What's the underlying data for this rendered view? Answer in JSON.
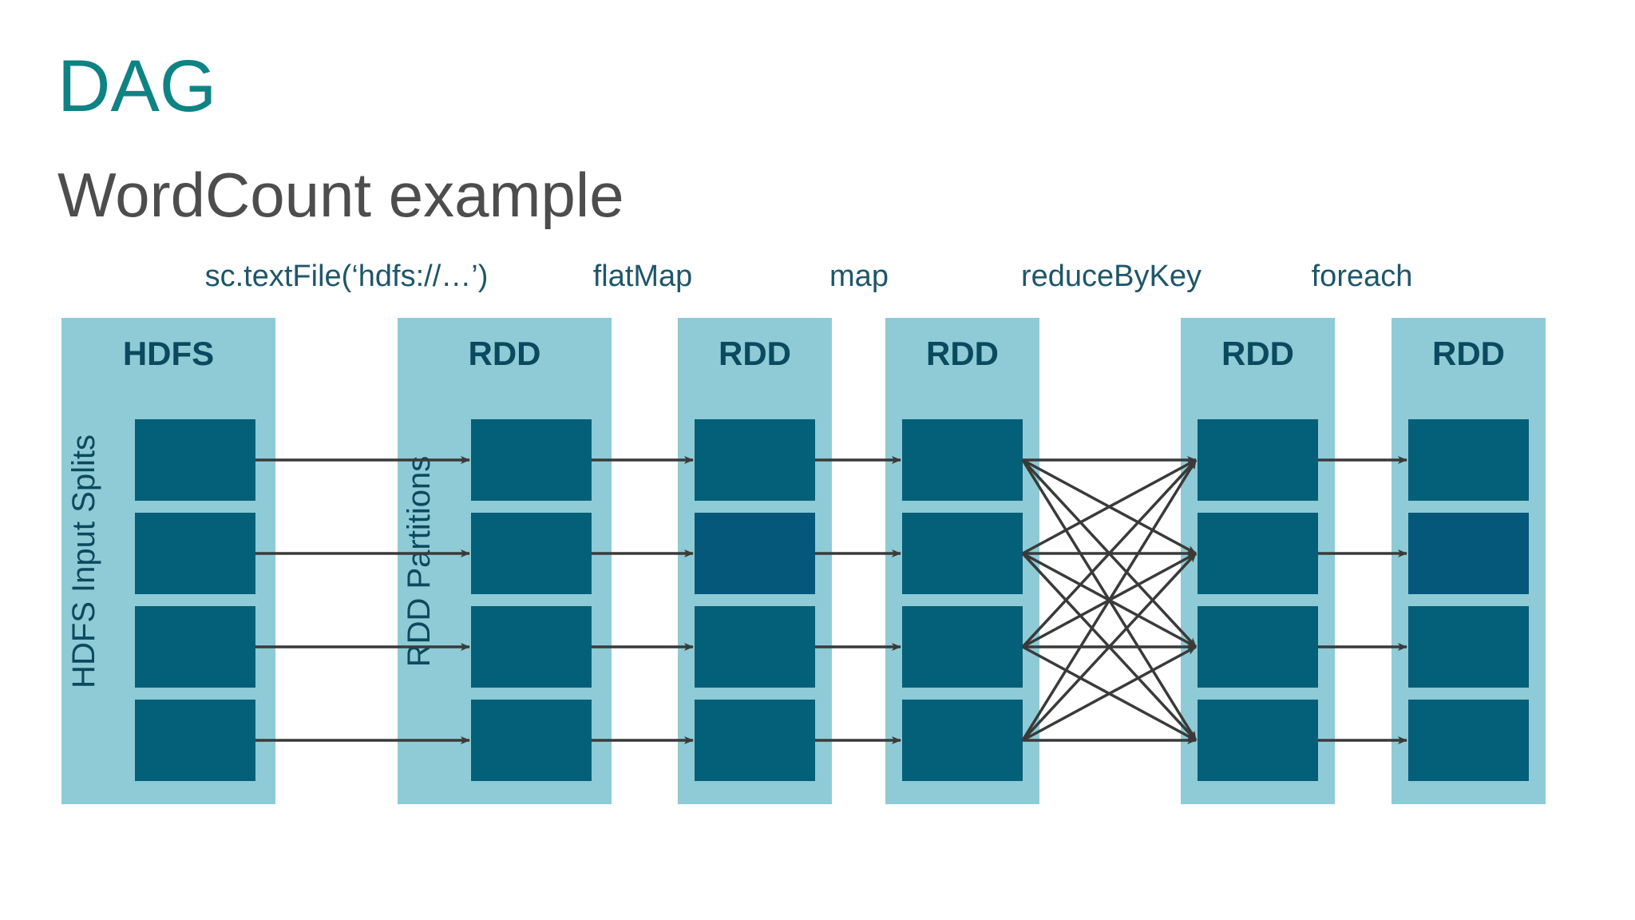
{
  "slide": {
    "title": "DAG",
    "subtitle": "WordCount example"
  },
  "colors": {
    "title": "#0f8383",
    "subtitle": "#4d4d4d",
    "stage_background": "#8ecbd6",
    "partition": "#045f79",
    "partition_alt": "#05587a",
    "arrow": "#3a3a3a",
    "text": "#0b4a5e",
    "operation_text": "#1f5669"
  },
  "operations": [
    "sc.textFile(‘hdfs://…’)",
    "flatMap",
    "map",
    "reduceByKey",
    "foreach"
  ],
  "stages": [
    {
      "label": "HDFS",
      "side_label": "HDFS Input Splits"
    },
    {
      "label": "RDD",
      "side_label": "RDD Partitions"
    },
    {
      "label": "RDD"
    },
    {
      "label": "RDD"
    },
    {
      "label": "RDD"
    },
    {
      "label": "RDD"
    }
  ],
  "partitions_per_stage": 4,
  "edges": [
    {
      "from_stage": 0,
      "to_stage": 1,
      "pattern": "one-to-one"
    },
    {
      "from_stage": 1,
      "to_stage": 2,
      "pattern": "one-to-one"
    },
    {
      "from_stage": 2,
      "to_stage": 3,
      "pattern": "one-to-one"
    },
    {
      "from_stage": 3,
      "to_stage": 4,
      "pattern": "all-to-all"
    },
    {
      "from_stage": 4,
      "to_stage": 5,
      "pattern": "one-to-one"
    }
  ]
}
